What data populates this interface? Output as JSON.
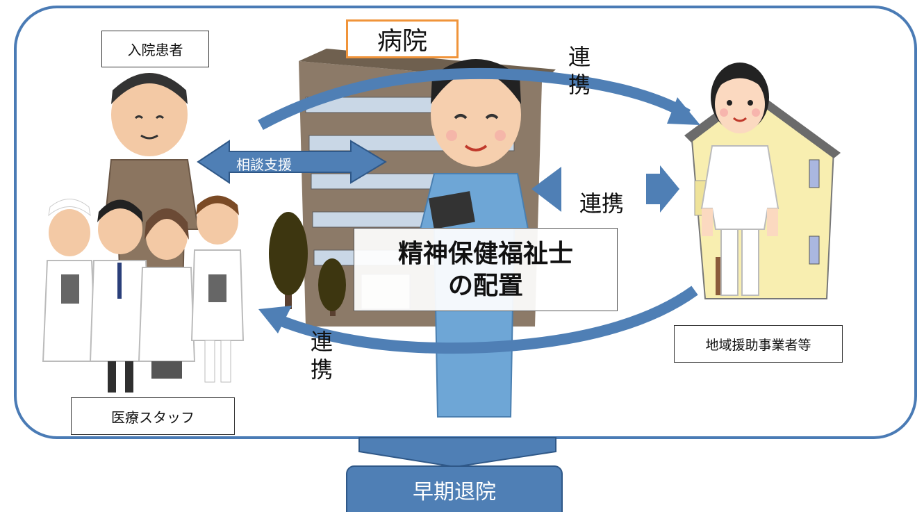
{
  "labels": {
    "hospital": "病院",
    "patient": "入院患者",
    "medical_staff": "医療スタッフ",
    "community": "地域援助事業者等",
    "consult": "相談支援",
    "collab_top": "連携",
    "collab_middle": "連携",
    "collab_bottom": "連携",
    "center_line1": "精神保健福祉士",
    "center_line2": "の配置",
    "result": "早期退院"
  },
  "colors": {
    "frame": "#4a7bb5",
    "arrow": "#4f7fb5",
    "hospital_border": "#f0943a",
    "building": "#8c7a68",
    "house": "#f8eeb0"
  }
}
